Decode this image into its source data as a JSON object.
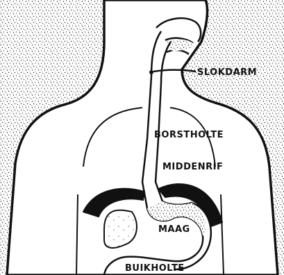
{
  "labels": {
    "esophagus": "SLOKDARM",
    "chest_cavity": "BORSTHOLTE",
    "diaphragm": "MIDDENRIF",
    "stomach": "MAAG",
    "abdominal_cavity": "BUIKHOLTE"
  },
  "colors": {
    "ink": "#111111",
    "paper": "#ffffff",
    "stipple": "#222222"
  }
}
